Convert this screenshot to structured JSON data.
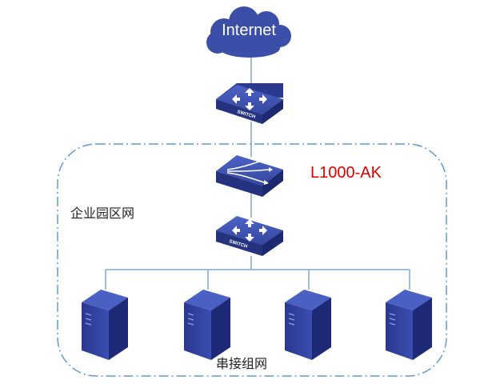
{
  "cloud": {
    "label": "Internet",
    "icon": "cloud-icon"
  },
  "top_switch": {
    "label": "SWITCH",
    "icon": "switch-icon"
  },
  "appliance": {
    "label": "L1000-AK",
    "icon": "traffic-appliance-icon"
  },
  "inner_switch": {
    "label": "SWITCH",
    "icon": "switch-icon"
  },
  "zone": {
    "label": "企业园区网"
  },
  "servers": {
    "count": 4,
    "icon": "server-tower-icon",
    "group_label": "串接组网"
  },
  "colors": {
    "device_blue": "#2b3a8f",
    "device_top": "#3f55b8",
    "cloud": "#3c4fa8",
    "dashed_border": "#5b9bd5",
    "link": "#7fa7cf",
    "label_red": "#e00000"
  }
}
